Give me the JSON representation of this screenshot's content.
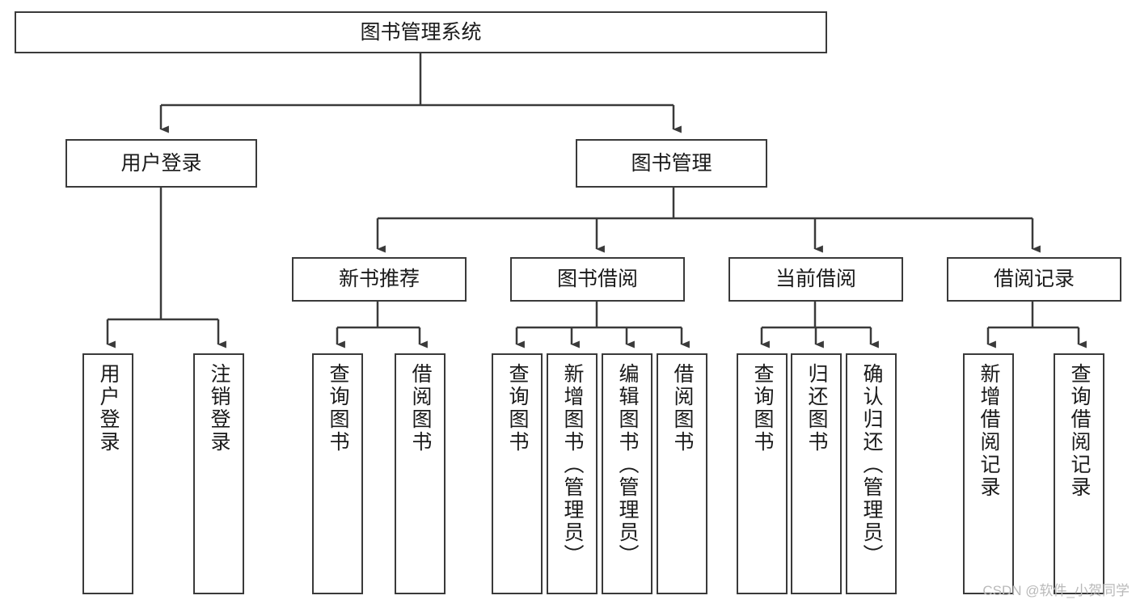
{
  "diagram": {
    "title": "图书管理系统",
    "watermark": "CSDN @软件_小贺同学",
    "line_color": "#3a3a3a",
    "background": "#ffffff",
    "text_color": "#1a1a1a"
  },
  "nodes": {
    "root": {
      "label": "图书管理系统"
    },
    "level2": [
      {
        "label": "用户登录"
      },
      {
        "label": "图书管理"
      }
    ],
    "level3": [
      {
        "label": "新书推荐"
      },
      {
        "label": "图书借阅"
      },
      {
        "label": "当前借阅"
      },
      {
        "label": "借阅记录"
      }
    ],
    "leaves": {
      "user_login": [
        {
          "label": "用户登录"
        },
        {
          "label": "注销登录"
        }
      ],
      "new_book": [
        {
          "label": "查询图书"
        },
        {
          "label": "借阅图书"
        }
      ],
      "book_borrow": [
        {
          "label": "查询图书"
        },
        {
          "label": "新增图书（管理员）"
        },
        {
          "label": "编辑图书（管理员）"
        },
        {
          "label": "借阅图书"
        }
      ],
      "current_borrow": [
        {
          "label": "查询图书"
        },
        {
          "label": "归还图书"
        },
        {
          "label": "确认归还（管理员）"
        }
      ],
      "borrow_record": [
        {
          "label": "新增借阅记录"
        },
        {
          "label": "查询借阅记录"
        }
      ]
    }
  }
}
